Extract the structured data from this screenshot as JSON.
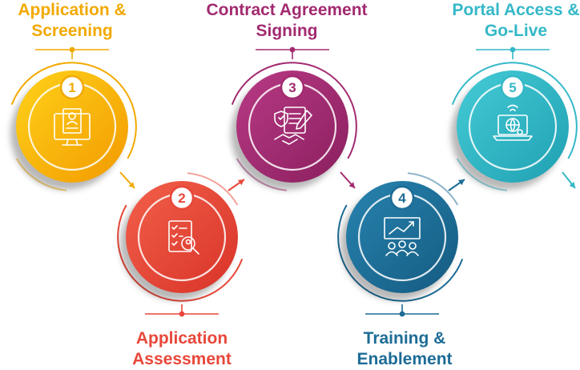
{
  "steps": [
    {
      "number": "1",
      "title_line1": "Application &",
      "title_line2": "Screening",
      "color": "#F2A900",
      "gradient": [
        "#FFD21A",
        "#F29A00"
      ],
      "icon": "desktop-document-icon"
    },
    {
      "number": "2",
      "title_line1": "Application",
      "title_line2": "Assessment",
      "color": "#E8473A",
      "gradient": [
        "#F2604A",
        "#D83328"
      ],
      "icon": "checklist-magnifier-icon"
    },
    {
      "number": "3",
      "title_line1": "Contract Agreement",
      "title_line2": "Signing",
      "color": "#A22A70",
      "gradient": [
        "#B83A85",
        "#8A1F5E"
      ],
      "icon": "contract-handshake-icon"
    },
    {
      "number": "4",
      "title_line1": "Training &",
      "title_line2": "Enablement",
      "color": "#1D6C96",
      "gradient": [
        "#2784B0",
        "#155A80"
      ],
      "icon": "presentation-training-icon"
    },
    {
      "number": "5",
      "title_line1": "Portal Access &",
      "title_line2": "Go-Live",
      "color": "#35B8C8",
      "gradient": [
        "#45CBD6",
        "#1FA0B2"
      ],
      "icon": "laptop-globe-icon"
    }
  ]
}
